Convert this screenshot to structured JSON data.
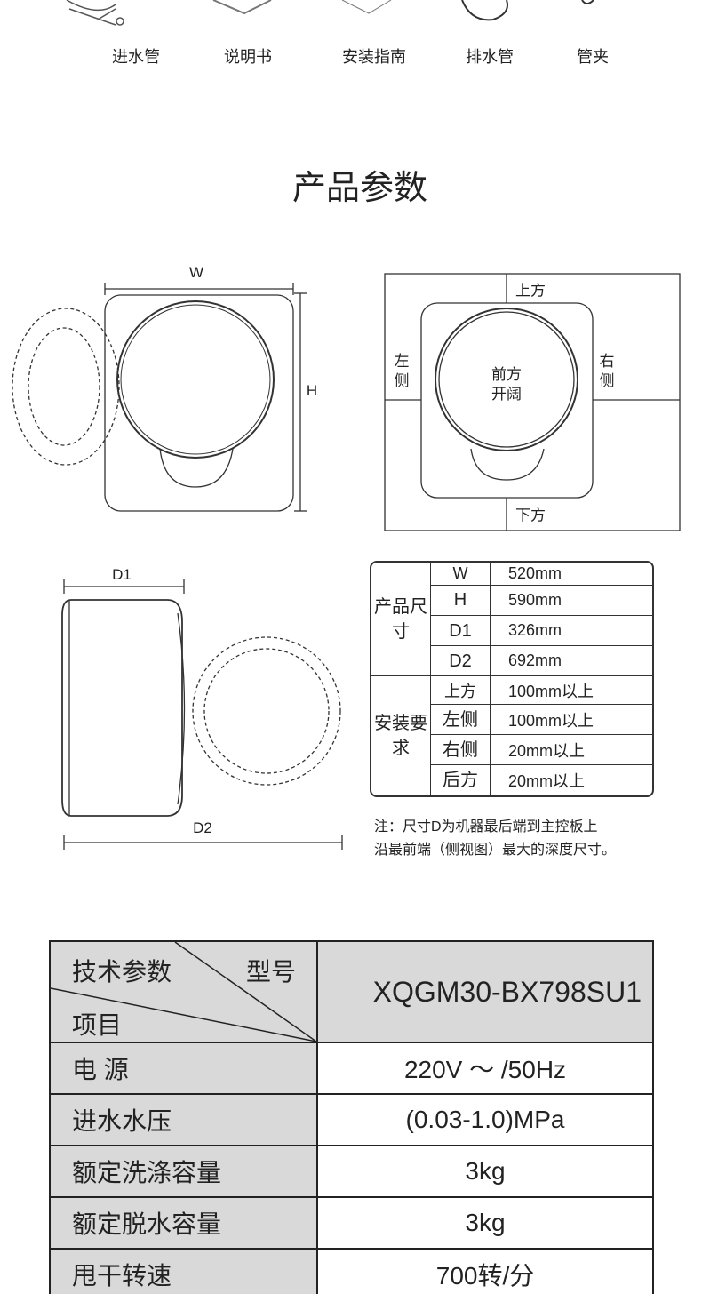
{
  "accessories": [
    "进水管",
    "说明书",
    "安装指南",
    "排水管",
    "管夹"
  ],
  "section_title": "产品参数",
  "front_view": {
    "width_label": "W",
    "height_label": "H"
  },
  "clearance_view": {
    "top": "上方",
    "bottom": "下方",
    "left": "左侧",
    "right": "右侧",
    "front": "前方开阔"
  },
  "side_view": {
    "d1_label": "D1",
    "d2_label": "D2"
  },
  "spec_table": {
    "groups": [
      {
        "label": "产品尺寸",
        "rows": [
          {
            "k": "W",
            "v": "520mm"
          },
          {
            "k": "H",
            "v": "590mm"
          },
          {
            "k": "D1",
            "v": "326mm"
          },
          {
            "k": "D2",
            "v": "692mm"
          }
        ]
      },
      {
        "label": "安装要求",
        "rows": [
          {
            "k": "上方",
            "v": "100mm以上"
          },
          {
            "k": "左侧",
            "v": "100mm以上"
          },
          {
            "k": "右侧",
            "v": "20mm以上"
          },
          {
            "k": "后方",
            "v": "20mm以上"
          }
        ]
      }
    ],
    "note_line1": "注：尺寸D为机器最后端到主控板上",
    "note_line2": "沿最前端（侧视图）最大的深度尺寸。"
  },
  "tech_table": {
    "header_params": "技术参数",
    "header_model": "型号",
    "header_item": "项目",
    "model": "XQGM30-BX798SU1",
    "rows": [
      {
        "k": "电 源",
        "v": "220V ～ /50Hz"
      },
      {
        "k": "进水水压",
        "v": "(0.03-1.0)MPa"
      },
      {
        "k": "额定洗涤容量",
        "v": "3kg"
      },
      {
        "k": "额定脱水容量",
        "v": "3kg"
      },
      {
        "k": "甩干转速",
        "v": "700转/分"
      }
    ]
  }
}
